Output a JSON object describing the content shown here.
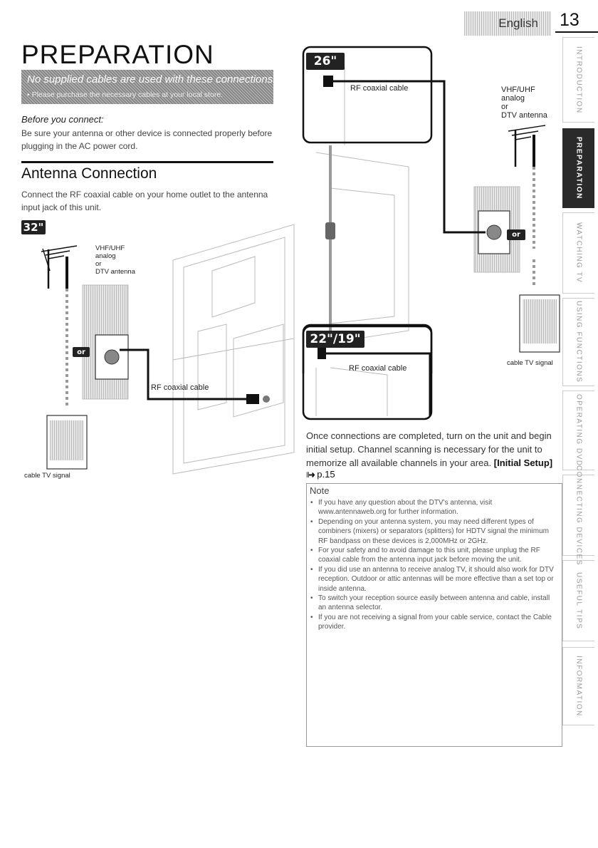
{
  "header": {
    "language": "English",
    "page_number": "13"
  },
  "page": {
    "title": "PREPARATION",
    "banner_main": "No supplied cables are used with these connections:",
    "banner_sub": "• Please purchase the necessary cables at your local store.",
    "before_title": "Before you connect:",
    "before_text": "Be sure your antenna or other device is connected properly before plugging in the AC power cord.",
    "section_title": "Antenna Connection",
    "section_intro": "Connect the RF coaxial cable on your home outlet to the antenna input jack of this unit."
  },
  "diagram_32": {
    "badge": "32\"",
    "antenna_label": "VHF/UHF\nanalog\nor\nDTV antenna",
    "or_label": "or",
    "cable_label": "RF coaxial cable",
    "signal_label": "cable TV signal"
  },
  "diagram_26": {
    "badge": "26\"",
    "cable_label": "RF coaxial cable",
    "antenna_label": "VHF/UHF\nanalog\nor\nDTV antenna",
    "or_label": "or",
    "signal_label": "cable TV signal"
  },
  "diagram_22": {
    "badge": "22\"/19\"",
    "cable_label": "RF coaxial cable"
  },
  "body": {
    "once_text": "Once connections are completed, turn on the unit and begin initial setup. Channel scanning is necessary for the unit to memorize all available channels in your area.",
    "once_bold": "[Initial Setup]",
    "ref_page": "p.15"
  },
  "note": {
    "title": "Note",
    "items": [
      "If you have any question about the DTV's antenna, visit www.antennaweb.org for further information.",
      "Depending on your antenna system, you may need different types of combiners (mixers) or separators (splitters) for HDTV signal the minimum RF bandpass on these devices is 2,000MHz or 2GHz.",
      "For your safety and to avoid damage to this unit, please unplug the RF coaxial cable from the antenna input jack before moving the unit.",
      "If you did use an antenna to receive analog TV, it should also work for DTV reception. Outdoor or attic antennas will be more effective than a set top or inside antenna.",
      "To switch your reception source easily between antenna and cable, install an antenna selector.",
      "If you are not receiving a signal from your cable service, contact the Cable provider."
    ]
  },
  "side_tabs": [
    {
      "label": "INTRODUCTION",
      "active": false
    },
    {
      "label": "PREPARATION",
      "active": true
    },
    {
      "label": "WATCHING TV",
      "active": false
    },
    {
      "label": "USING FUNCTIONS",
      "active": false
    },
    {
      "label": "OPERATING DVD",
      "active": false
    },
    {
      "label": "CONNECTING DEVICES",
      "active": false
    },
    {
      "label": "USEFUL TIPS",
      "active": false
    },
    {
      "label": "INFORMATION",
      "active": false
    }
  ]
}
